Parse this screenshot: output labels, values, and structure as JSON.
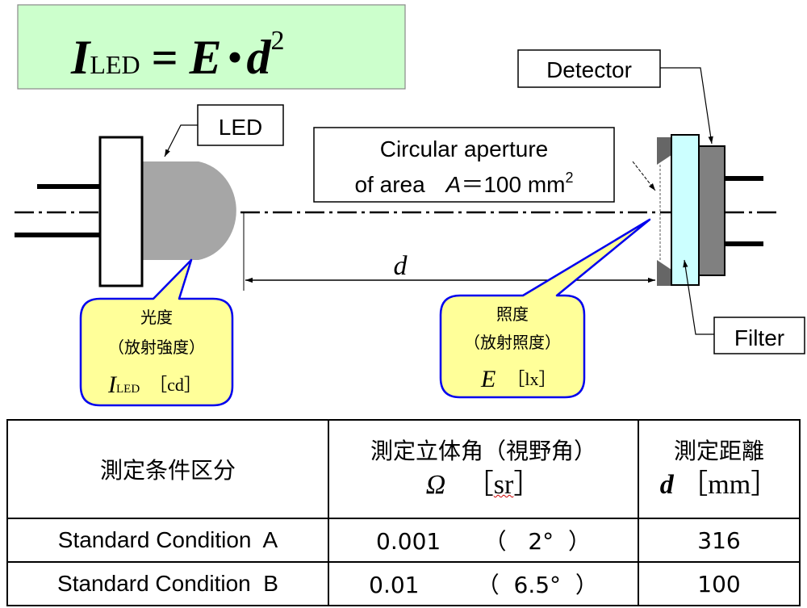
{
  "formula": {
    "I": "I",
    "sub": "LED",
    "eq": "=",
    "E": "E",
    "dot": "•",
    "d": "d",
    "exp": "2"
  },
  "labels": {
    "detector": "Detector",
    "led": "LED",
    "filter": "Filter",
    "aperture_line1": "Circular aperture",
    "aperture_prefix": "of area",
    "aperture_var": "A",
    "aperture_value": "＝100 mm",
    "aperture_exp": "2",
    "distance": "d"
  },
  "callouts": {
    "intensity": {
      "line1": "光度",
      "line2": "（放射強度）",
      "symbol": "I",
      "symbol_sub": "LED",
      "unit": "［cd］"
    },
    "illuminance": {
      "line1": "照度",
      "line2": "（放射照度）",
      "symbol": "E",
      "unit": "［lx］"
    }
  },
  "table": {
    "col1_header": "測定条件区分",
    "col2_header": "測定立体角（視野角）",
    "col2_symbol": "Ω",
    "col2_unit_open": "［",
    "col2_unit": "sr",
    "col2_unit_close": "］",
    "col3_header": "測定距離",
    "col3_symbol": "d",
    "col3_unit": "［mm］",
    "rows": [
      {
        "condition": "Standard Condition  A",
        "solid_angle": "0.001",
        "angle": "（   2°  ）",
        "distance": "316"
      },
      {
        "condition": "Standard Condition  B",
        "solid_angle": "0.01",
        "angle": "（  6.5°  ）",
        "distance": "100"
      }
    ]
  },
  "colors": {
    "formula_box": "#ccffcc",
    "callout_fill": "#ffff99",
    "callout_border": "#0000ee",
    "led_body": "#a6a6a6",
    "filter": "#ccffff",
    "detector": "#808080",
    "aperture": "#666666"
  }
}
